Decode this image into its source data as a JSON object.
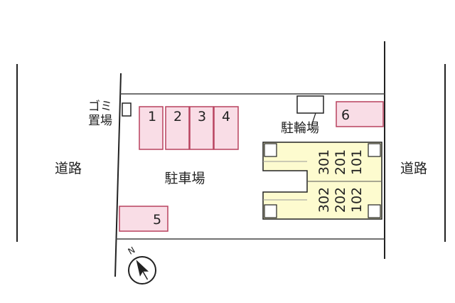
{
  "roads": {
    "left_label": "道路",
    "right_label": "道路"
  },
  "trash_area": {
    "line1": "ゴミ",
    "line2": "置場"
  },
  "parking_lot": {
    "label": "駐車場",
    "spaces": [
      "1",
      "2",
      "3",
      "4"
    ],
    "space_5": "5",
    "space_6": "6"
  },
  "bicycle_parking": {
    "label": "駐輪場"
  },
  "building": {
    "upper_units": [
      "301",
      "201",
      "101"
    ],
    "lower_units": [
      "302",
      "202",
      "102"
    ]
  },
  "compass": {
    "north_label": "N"
  },
  "colors": {
    "parking_fill": "#f9dde6",
    "parking_stroke": "#b8425e",
    "building_fill": "#fdfbcf",
    "line": "#222222"
  }
}
